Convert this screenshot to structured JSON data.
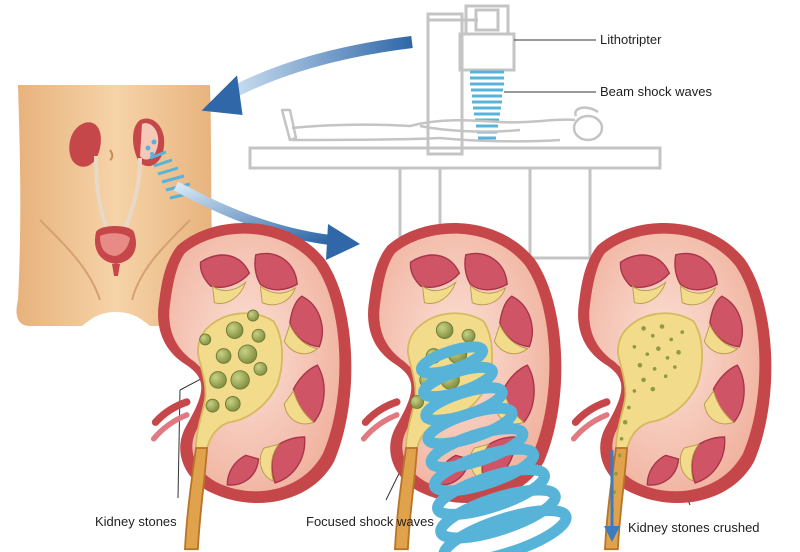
{
  "labels": {
    "lithotripter": "Lithotripter",
    "beam": "Beam shock waves",
    "stones": "Kidney stones",
    "focused": "Focused shock waves",
    "crushed": "Kidney stones crushed"
  },
  "colors": {
    "equipment_outline": "#c4c4c4",
    "beam_blue": "#58b3d8",
    "arrow_blue": "#2f67a8",
    "skin": "#f2c89a",
    "kidney_outer": "#c6474a",
    "kidney_cortex": "#f6c8b8",
    "medulla": "#cf5566",
    "urine_yellow": "#f2dc8c",
    "stone_green": "#98a653"
  }
}
